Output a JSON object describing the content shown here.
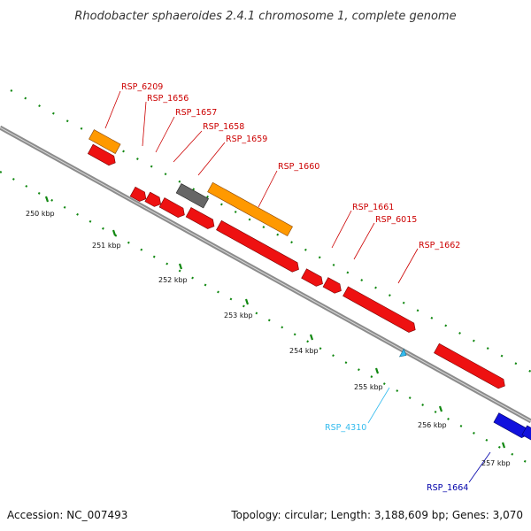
{
  "title": "Rhodobacter sphaeroides 2.4.1 chromosome 1, complete genome",
  "accession": "Accession: NC_007493",
  "topology": "Topology: circular; Length: 3,188,609 bp; Genes: 3,070",
  "colors": {
    "cds": "#ee1111",
    "rna": "#ff9900",
    "pseudo": "#666666",
    "other_strand": "#1111dd",
    "small": "#33bbee",
    "backbone": "#8c8c8c",
    "ticks": "#118811"
  },
  "kbp_labels": [
    "250 kbp",
    "251 kbp",
    "252 kbp",
    "253 kbp",
    "254 kbp",
    "255 kbp",
    "256 kbp",
    "257 kbp"
  ],
  "gene_labels": [
    {
      "text": "RSP_6209",
      "color": "#cc0000"
    },
    {
      "text": "RSP_1656",
      "color": "#cc0000"
    },
    {
      "text": "RSP_1657",
      "color": "#cc0000"
    },
    {
      "text": "RSP_1658",
      "color": "#cc0000"
    },
    {
      "text": "RSP_1659",
      "color": "#cc0000"
    },
    {
      "text": "RSP_1660",
      "color": "#cc0000"
    },
    {
      "text": "RSP_1661",
      "color": "#cc0000"
    },
    {
      "text": "RSP_6015",
      "color": "#cc0000"
    },
    {
      "text": "RSP_1662",
      "color": "#cc0000"
    },
    {
      "text": "RSP_4310",
      "color": "#33bbee"
    },
    {
      "text": "RSP_1664",
      "color": "#0000aa"
    }
  ]
}
